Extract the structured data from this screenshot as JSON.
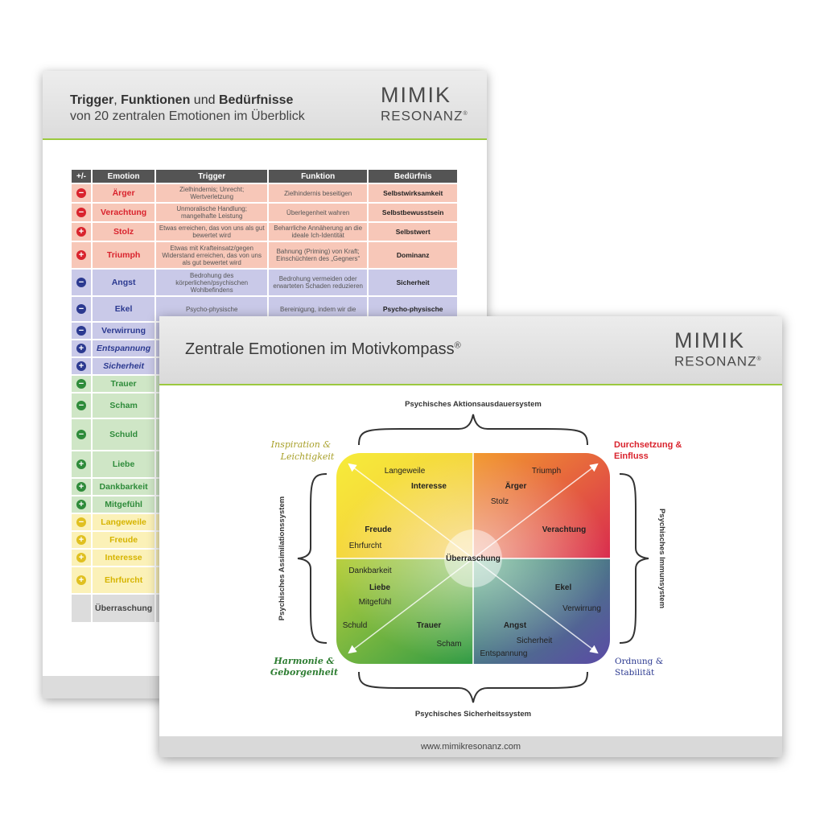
{
  "back_card": {
    "title_bold1": "Trigger",
    "title_sep1": ",",
    "title_bold2": "Funktionen",
    "title_mid": " und ",
    "title_bold3": "Bedürfnisse",
    "subtitle": "von 20 zentralen Emotionen im Überblick",
    "logo_line1": "MIMIK",
    "logo_line2": "RESONANZ",
    "logo_mark": "®",
    "table": {
      "headers": [
        "+/-",
        "Emotion",
        "Trigger",
        "Funktion",
        "Bedürfnis"
      ],
      "rows": [
        {
          "sign": "−",
          "sign_color": "#d9232d",
          "emotion": "Ärger",
          "emo_color": "#d9232d",
          "bg": "#f7c7b8",
          "italic": false,
          "trigger": "Zielhindernis; Unrecht; Wertverletzung",
          "funktion": "Zielhindernis beseitigen",
          "beduerfnis": "Selbstwirksamkeit"
        },
        {
          "sign": "−",
          "sign_color": "#d9232d",
          "emotion": "Verachtung",
          "emo_color": "#d9232d",
          "bg": "#f7c7b8",
          "italic": false,
          "trigger": "Unmoralische Handlung; mangelhafte Leistung",
          "funktion": "Überlegenheit wahren",
          "beduerfnis": "Selbstbewusstsein"
        },
        {
          "sign": "+",
          "sign_color": "#d9232d",
          "emotion": "Stolz",
          "emo_color": "#d9232d",
          "bg": "#f7c7b8",
          "italic": false,
          "trigger": "Etwas erreichen, das von uns als gut bewertet wird",
          "funktion": "Beharrliche Annäherung an die ideale Ich-Identität",
          "beduerfnis": "Selbstwert"
        },
        {
          "sign": "+",
          "sign_color": "#d9232d",
          "emotion": "Triumph",
          "emo_color": "#d9232d",
          "bg": "#f7c7b8",
          "italic": false,
          "trigger": "Etwas mit Krafteinsatz/gegen Widerstand erreichen, das von uns als gut bewertet wird",
          "funktion": "Bahnung (Priming) von Kraft; Einschüchtern des „Gegners“",
          "beduerfnis": "Dominanz"
        },
        {
          "sign": "−",
          "sign_color": "#2b3990",
          "emotion": "Angst",
          "emo_color": "#2b3990",
          "bg": "#c9c9e8",
          "italic": false,
          "trigger": "Bedrohung des körperlichen/psychischen Wohlbefindens",
          "funktion": "Bedrohung vermeiden oder erwarteten Schaden reduzieren",
          "beduerfnis": "Sicherheit"
        },
        {
          "sign": "−",
          "sign_color": "#2b3990",
          "emotion": "Ekel",
          "emo_color": "#2b3990",
          "bg": "#c9c9e8",
          "italic": false,
          "trigger": "Psycho-physische",
          "funktion": "Bereinigung, indem wir die",
          "beduerfnis": "Psycho-physische"
        },
        {
          "sign": "−",
          "sign_color": "#2b3990",
          "emotion": "Verwirrung",
          "emo_color": "#2b3990",
          "bg": "#c9c9e8",
          "italic": false,
          "trigger": "",
          "funktion": "",
          "beduerfnis": ""
        },
        {
          "sign": "+",
          "sign_color": "#2b3990",
          "emotion": "Entspannung",
          "emo_color": "#2b3990",
          "bg": "#c9c9e8",
          "italic": true,
          "trigger": "",
          "funktion": "",
          "beduerfnis": ""
        },
        {
          "sign": "+",
          "sign_color": "#2b3990",
          "emotion": "Sicherheit",
          "emo_color": "#2b3990",
          "bg": "#c9c9e8",
          "italic": true,
          "trigger": "",
          "funktion": "",
          "beduerfnis": ""
        },
        {
          "sign": "−",
          "sign_color": "#2e8b3a",
          "emotion": "Trauer",
          "emo_color": "#2e8b3a",
          "bg": "#cfe6c6",
          "italic": false,
          "trigger": "",
          "funktion": "",
          "beduerfnis": ""
        },
        {
          "sign": "−",
          "sign_color": "#2e8b3a",
          "emotion": "Scham",
          "emo_color": "#2e8b3a",
          "bg": "#cfe6c6",
          "italic": false,
          "trigger": "",
          "funktion": "",
          "beduerfnis": ""
        },
        {
          "sign": "−",
          "sign_color": "#2e8b3a",
          "emotion": "Schuld",
          "emo_color": "#2e8b3a",
          "bg": "#cfe6c6",
          "italic": false,
          "trigger": "",
          "funktion": "",
          "beduerfnis": ""
        },
        {
          "sign": "+",
          "sign_color": "#2e8b3a",
          "emotion": "Liebe",
          "emo_color": "#2e8b3a",
          "bg": "#cfe6c6",
          "italic": false,
          "trigger": "",
          "funktion": "",
          "beduerfnis": ""
        },
        {
          "sign": "+",
          "sign_color": "#2e8b3a",
          "emotion": "Dankbarkeit",
          "emo_color": "#2e8b3a",
          "bg": "#cfe6c6",
          "italic": false,
          "trigger": "",
          "funktion": "",
          "beduerfnis": ""
        },
        {
          "sign": "+",
          "sign_color": "#2e8b3a",
          "emotion": "Mitgefühl",
          "emo_color": "#2e8b3a",
          "bg": "#cfe6c6",
          "italic": false,
          "trigger": "",
          "funktion": "",
          "beduerfnis": ""
        },
        {
          "sign": "−",
          "sign_color": "#e0c020",
          "emotion": "Langeweile",
          "emo_color": "#d6b400",
          "bg": "#fbf1b8",
          "italic": false,
          "trigger": "",
          "funktion": "",
          "beduerfnis": ""
        },
        {
          "sign": "+",
          "sign_color": "#e0c020",
          "emotion": "Freude",
          "emo_color": "#d6b400",
          "bg": "#fbf1b8",
          "italic": false,
          "trigger": "",
          "funktion": "",
          "beduerfnis": ""
        },
        {
          "sign": "+",
          "sign_color": "#e0c020",
          "emotion": "Interesse",
          "emo_color": "#d6b400",
          "bg": "#fbf1b8",
          "italic": false,
          "trigger": "",
          "funktion": "",
          "beduerfnis": ""
        },
        {
          "sign": "+",
          "sign_color": "#e0c020",
          "emotion": "Ehrfurcht",
          "emo_color": "#d6b400",
          "bg": "#fbf1b8",
          "italic": false,
          "trigger": "",
          "funktion": "",
          "beduerfnis": ""
        },
        {
          "sign": "",
          "sign_color": "#dcdcdc",
          "emotion": "Überraschung",
          "emo_color": "#444444",
          "bg": "#dcdcdc",
          "italic": false,
          "trigger": "",
          "funktion": "",
          "beduerfnis": ""
        }
      ]
    }
  },
  "front_card": {
    "title": "Zentrale Emotionen im Motivkompass",
    "title_mark": "®",
    "logo_line1": "MIMIK",
    "logo_line2": "RESONANZ",
    "logo_mark": "®",
    "footer_url": "www.mimikresonanz.com",
    "systems": {
      "top": "Psychisches Aktionsausdauersystem",
      "bottom": "Psychisches Sicherheitssystem",
      "left": "Psychisches Assimilationssystem",
      "right": "Psychisches Immunsystem"
    },
    "corners": {
      "top_left_1": "Inspiration &",
      "top_left_2": "Leichtigkeit",
      "top_right_1": "Durchsetzung &",
      "top_right_2": "Einfluss",
      "bottom_left_1": "Harmonie &",
      "bottom_left_2": "Geborgenheit",
      "bottom_right_1": "Ordnung &",
      "bottom_right_2": "Stabilität"
    },
    "center": "Überraschung",
    "emotions": {
      "langeweile": "Langeweile",
      "interesse": "Interesse",
      "freude": "Freude",
      "ehrfurcht": "Ehrfurcht",
      "triumph": "Triumph",
      "aerger": "Ärger",
      "stolz": "Stolz",
      "verachtung": "Verachtung",
      "dankbarkeit": "Dankbarkeit",
      "liebe": "Liebe",
      "mitgefuehl": "Mitgefühl",
      "schuld": "Schuld",
      "trauer": "Trauer",
      "scham": "Scham",
      "ekel": "Ekel",
      "verwirrung": "Verwirrung",
      "angst": "Angst",
      "sicherheit": "Sicherheit",
      "entspannung": "Entspannung"
    },
    "colors": {
      "durchsetzung": "#d9232d",
      "ordnung": "#2b3990",
      "harmonie": "#2e7d32",
      "inspiration": "#a8a02a"
    }
  }
}
